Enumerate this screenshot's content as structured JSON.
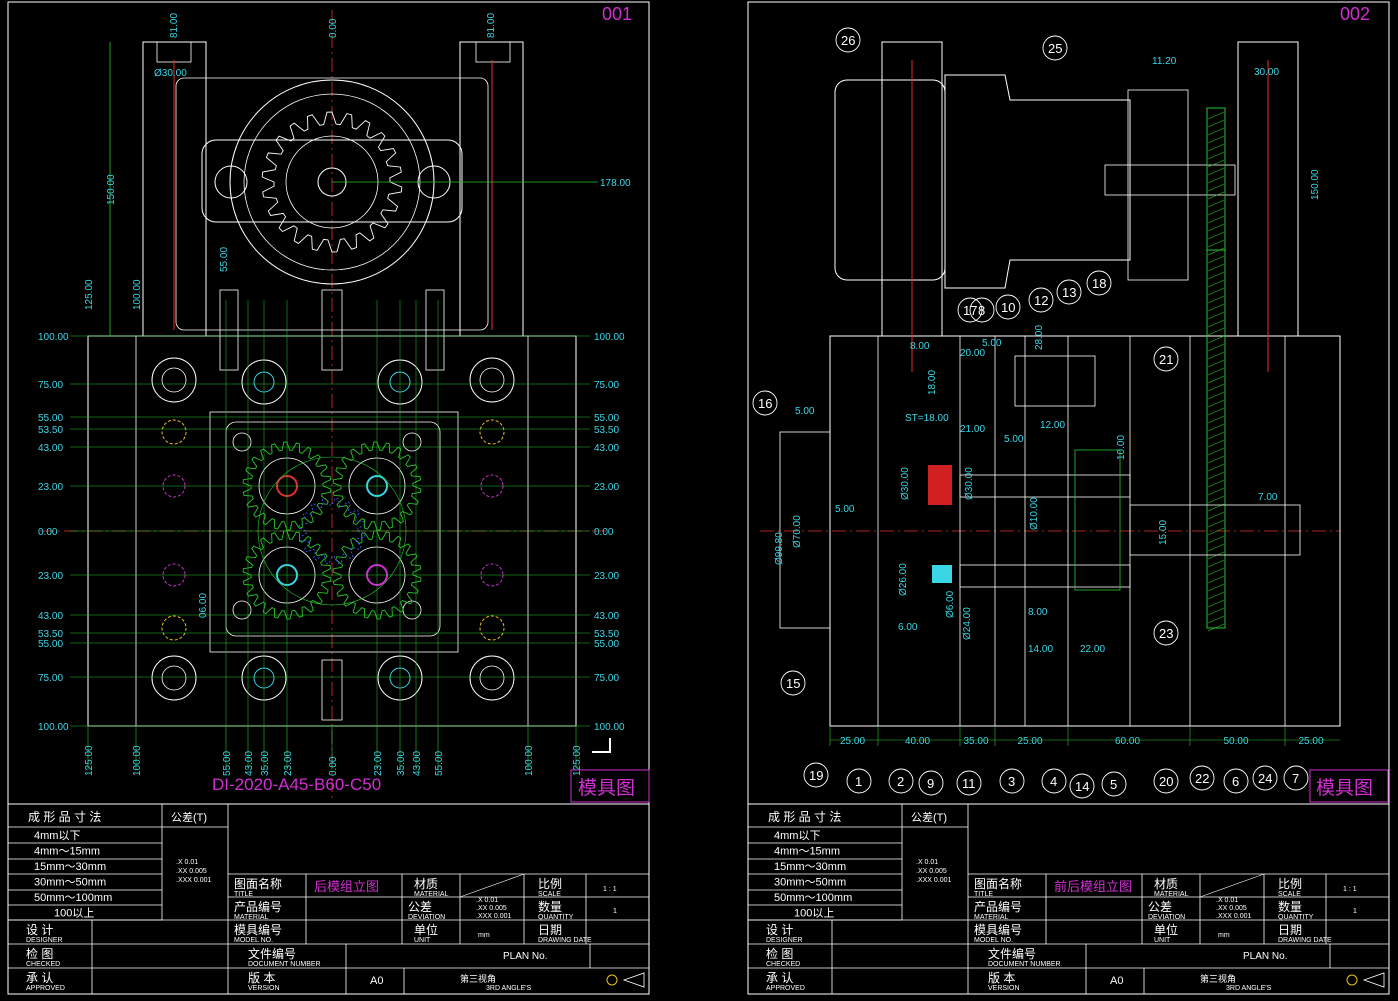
{
  "sheets": [
    {
      "number": "001",
      "part_code": "DI-2020-A45-B60-C50",
      "stamp": "模具图",
      "drawing_name": "后模组立图"
    },
    {
      "number": "002",
      "stamp": "模具图",
      "drawing_name": "前后模组立图"
    }
  ],
  "title_block": {
    "size_header": "成 形 品 寸 法",
    "tolerance_header": "公差(T)",
    "size_rows": [
      "4mm以下",
      "4mm～15mm",
      "15mm～30mm",
      "30mm～50mm",
      "50mm～100mm",
      "100以上"
    ],
    "tol_values": [
      ".X  0.01",
      ".XX 0.005",
      ".XXX 0.001"
    ],
    "drawing_name_label": "图面名称",
    "drawing_name_sub": "TITLE",
    "material_label": "材质",
    "material_sub": "MATERIAL",
    "scale_label": "比例",
    "scale_sub": "SCALE",
    "scale_value": "1 : 1",
    "product_no_label": "产品编号",
    "product_no_sub": "MATERIAL",
    "deviation_label": "公差",
    "deviation_sub": "DEVIATION",
    "quantity_label": "数量",
    "quantity_sub": "QUANTITY",
    "quantity_value": "1",
    "mold_no_label": "模具编号",
    "mold_no_sub": "MODEL NO.",
    "unit_label": "单位",
    "unit_sub": "UNIT",
    "unit_value": "mm",
    "date_label": "日期",
    "date_sub": "DRAWING DATE",
    "designer_label": "设 计",
    "designer_sub": "DESIGNER",
    "checked_label": "检 图",
    "checked_sub": "CHECKED",
    "approved_label": "承 认",
    "approved_sub": "APPROVED",
    "doc_no_label": "文件编号",
    "doc_no_sub": "DOCUMENT NUMBER",
    "plan_no": "PLAN No.",
    "version_label": "版 本",
    "version_sub": "VERSION",
    "version_value": "A0",
    "angle_label": "第三视角",
    "angle_sub": "3RD ANGLE'S"
  },
  "view1": {
    "left_dims": [
      "100.00",
      "75.00",
      "55.00",
      "53.50",
      "43.00",
      "23.00",
      "0.00",
      "23.00",
      "43.00",
      "53.50",
      "55.00",
      "75.00",
      "100.00"
    ],
    "bottom_dims": [
      "125.00",
      "100.00",
      "55.00",
      "43.00",
      "35.00",
      "23.00",
      "0.00",
      "23.00",
      "35.00",
      "43.00",
      "55.00",
      "100.00",
      "125.00"
    ],
    "top_dims": [
      "81.00",
      "0.00",
      "81.00"
    ],
    "misc_dims": [
      "Ø30.00",
      "150.00",
      "178.00",
      "125.00",
      "100.00",
      "55.00",
      "06.00"
    ]
  },
  "view2": {
    "balloons": [
      "1",
      "2",
      "3",
      "4",
      "5",
      "6",
      "7",
      "8",
      "9",
      "10",
      "11",
      "12",
      "13",
      "14",
      "15",
      "16",
      "17",
      "18",
      "19",
      "20",
      "21",
      "22",
      "23",
      "24",
      "25",
      "26"
    ],
    "bottom_dims": [
      "25.00",
      "40.00",
      "35.00",
      "25.00",
      "60.00",
      "50.00",
      "25.00"
    ],
    "misc_dims": [
      "11.20",
      "30.00",
      "150.00",
      "8.00",
      "20.00",
      "5.00",
      "28.00",
      "18.00",
      "ST=18.00",
      "5.00",
      "21.00",
      "5.00",
      "12.00",
      "10.00",
      "Ø99.80",
      "Ø70.00",
      "5.00",
      "Ø30.00",
      "Ø30.00",
      "Ø10.00",
      "15.00",
      "7.00",
      "Ø26.00",
      "6.00",
      "Ø6.00",
      "Ø24.00",
      "8.00",
      "14.00",
      "22.00"
    ]
  }
}
